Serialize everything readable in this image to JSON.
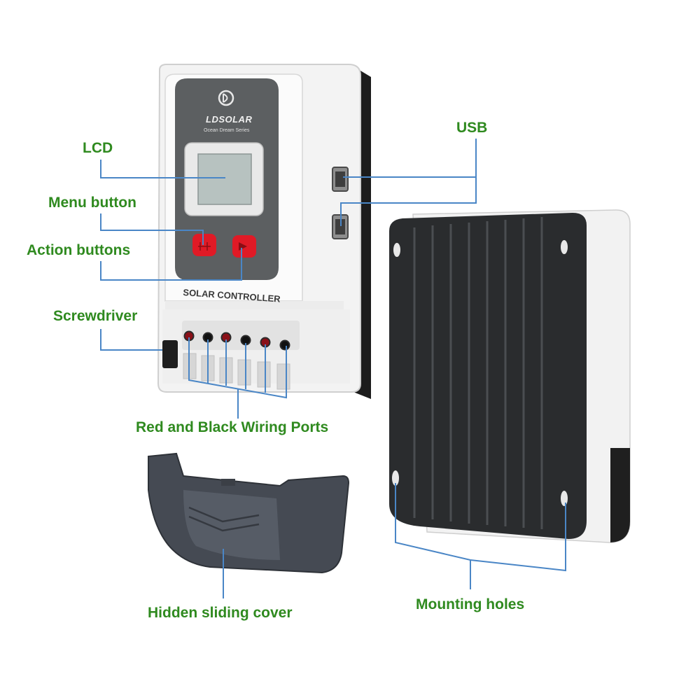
{
  "labels": {
    "lcd": "LCD",
    "menu_button": "Menu button",
    "action_buttons": "Action buttons",
    "screwdriver": "Screwdriver",
    "wiring_ports": "Red and Black Wiring Ports",
    "usb": "USB",
    "cover": "Hidden sliding cover",
    "mounting_holes": "Mounting holes"
  },
  "device": {
    "brand": "LDSOLAR",
    "series": "Ocean Dream Series",
    "model_text": "SOLAR CONTROLLER"
  },
  "colors": {
    "label_green": "#2f8a1f",
    "leader_blue": "#4a86c6",
    "body_white": "#f4f4f4",
    "panel_gray": "#5c5f61",
    "button_red": "#e01a26",
    "heatsink_black": "#2a2c2e"
  }
}
